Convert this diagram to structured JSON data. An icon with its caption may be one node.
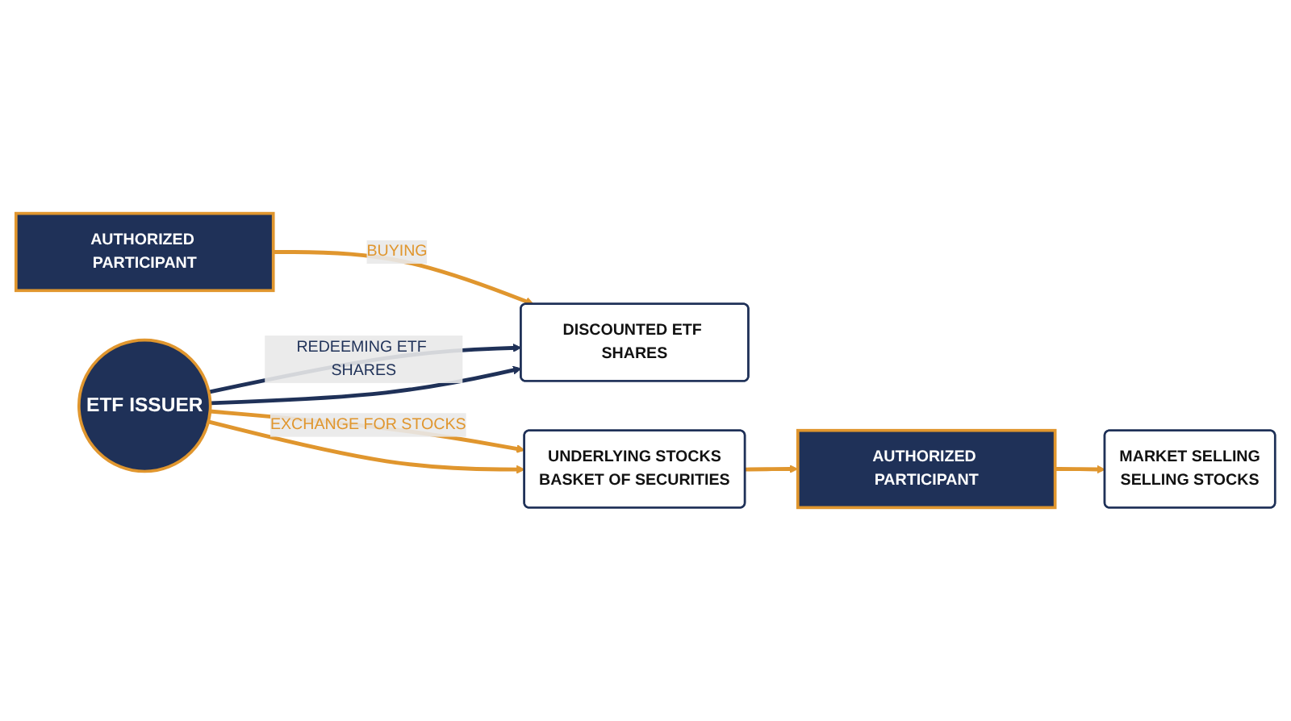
{
  "diagram": {
    "nodes": [
      {
        "text": [
          "AUTHORIZED PARTICIPANT"
        ]
      },
      {
        "text": [
          "DISCOUNTED ETF SHARES"
        ]
      },
      {
        "text": [
          "ETF ISSUER"
        ]
      },
      {
        "text": [
          "UNDERLYING STOCKS",
          "BASKET OF SECURITIES"
        ]
      },
      {
        "text": [
          "AUTHORIZED PARTICIPANT"
        ]
      },
      {
        "text": [
          "MARKET SELLING",
          "SELLING STOCKS"
        ]
      }
    ],
    "edges": [
      {
        "from": 0,
        "to": 1,
        "arrow": "to",
        "label": "BUYING"
      },
      {
        "from": 2,
        "to": 1,
        "arrow": "to",
        "label": "REDEEMING ETF SHARES",
        "color": "#1f3158"
      },
      {
        "from": 2,
        "to": 1,
        "arrow": "to",
        "color": "#1f3158"
      },
      {
        "from": 2,
        "to": 3,
        "arrow": "to",
        "label": "EXCHANGE FOR STOCKS"
      },
      {
        "from": 2,
        "to": 3,
        "arrow": "to"
      },
      {
        "from": 3,
        "to": 4,
        "arrow": "to"
      },
      {
        "from": 4,
        "to": 5,
        "arrow": "to"
      }
    ]
  }
}
